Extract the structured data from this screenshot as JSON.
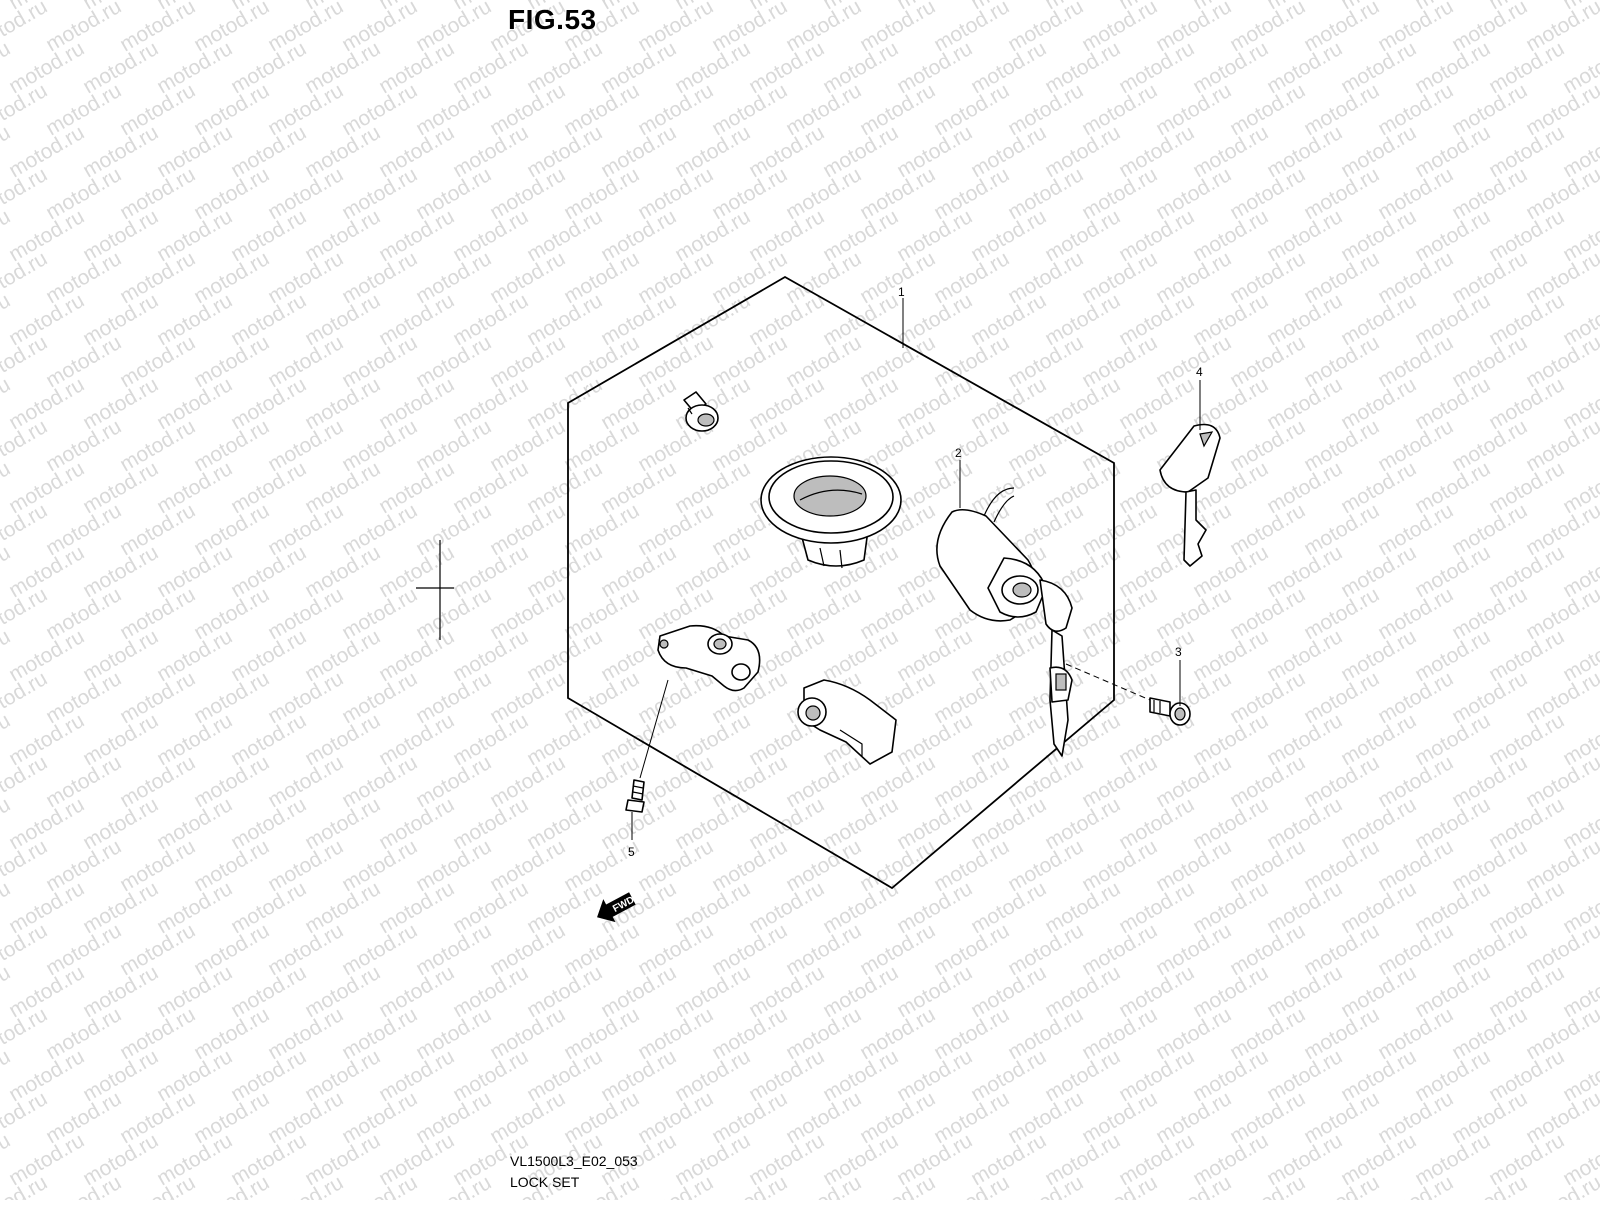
{
  "figure": {
    "title": "FIG.53"
  },
  "footer": {
    "drawing_code": "VL1500L3_E02_053",
    "drawing_name": "LOCK SET"
  },
  "watermark": {
    "text": "motod.ru",
    "color": "#d9d9d9"
  },
  "callouts": [
    {
      "id": "1",
      "label": "1"
    },
    {
      "id": "2",
      "label": "2"
    },
    {
      "id": "3",
      "label": "3"
    },
    {
      "id": "4",
      "label": "4"
    },
    {
      "id": "5",
      "label": "5"
    }
  ],
  "fwd_arrow": {
    "label": "FWD"
  },
  "icons": [
    "fuel-cap-icon",
    "ignition-switch-icon",
    "key-icon",
    "seat-lock-icon",
    "latch-icon",
    "bolt-icon",
    "screw-icon",
    "fwd-arrow-icon"
  ]
}
